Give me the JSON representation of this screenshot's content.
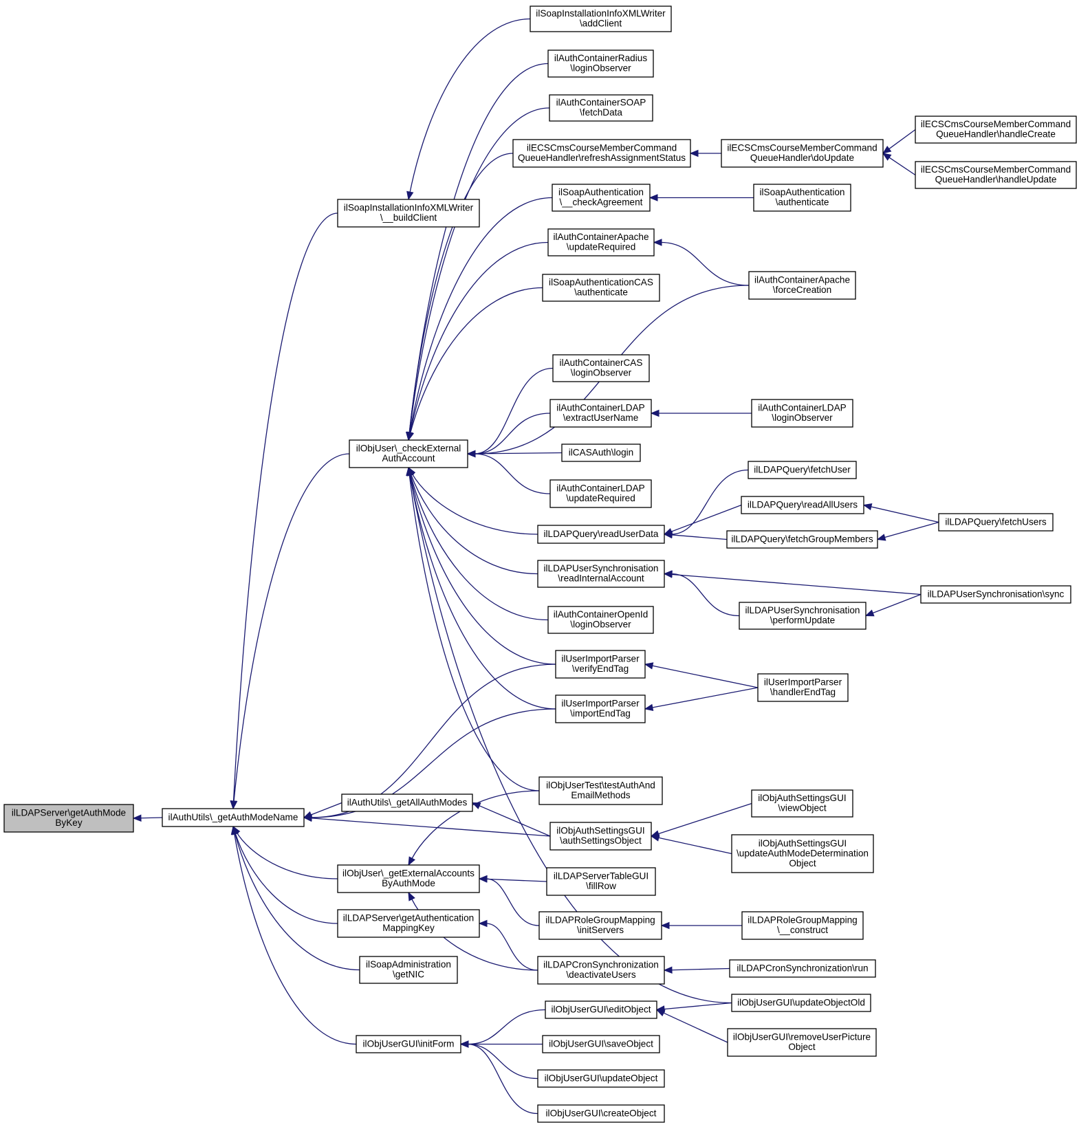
{
  "diagram": {
    "nodes": [
      {
        "id": "root",
        "lines": [
          "ilLDAPServer\\getAuthMode",
          "ByKey"
        ],
        "highlight": true
      },
      {
        "id": "getAuthModeName",
        "lines": [
          "ilAuthUtils\\_getAuthModeName"
        ]
      },
      {
        "id": "buildClient",
        "lines": [
          "ilSoapInstallationInfoXMLWriter",
          "\\__buildClient"
        ]
      },
      {
        "id": "addClient",
        "lines": [
          "ilSoapInstallationInfoXMLWriter",
          "\\addClient"
        ]
      },
      {
        "id": "checkExt",
        "lines": [
          "ilObjUser\\_checkExternal",
          "AuthAccount"
        ]
      },
      {
        "id": "radiusLogin",
        "lines": [
          "ilAuthContainerRadius",
          "\\loginObserver"
        ]
      },
      {
        "id": "soapFetch",
        "lines": [
          "ilAuthContainerSOAP",
          "\\fetchData"
        ]
      },
      {
        "id": "ecsRefresh",
        "lines": [
          "ilECSCmsCourseMemberCommand",
          "QueueHandler\\refreshAssignmentStatus"
        ]
      },
      {
        "id": "ecsDoUpdate",
        "lines": [
          "ilECSCmsCourseMemberCommand",
          "QueueHandler\\doUpdate"
        ]
      },
      {
        "id": "ecsCreate",
        "lines": [
          "ilECSCmsCourseMemberCommand",
          "QueueHandler\\handleCreate"
        ]
      },
      {
        "id": "ecsUpdate",
        "lines": [
          "ilECSCmsCourseMemberCommand",
          "QueueHandler\\handleUpdate"
        ]
      },
      {
        "id": "soapCheckAgr",
        "lines": [
          "ilSoapAuthentication",
          "\\__checkAgreement"
        ]
      },
      {
        "id": "soapAuth",
        "lines": [
          "ilSoapAuthentication",
          "\\authenticate"
        ]
      },
      {
        "id": "apacheUpd",
        "lines": [
          "ilAuthContainerApache",
          "\\updateRequired"
        ]
      },
      {
        "id": "apacheForce",
        "lines": [
          "ilAuthContainerApache",
          "\\forceCreation"
        ]
      },
      {
        "id": "soapCasAuth",
        "lines": [
          "ilSoapAuthenticationCAS",
          "\\authenticate"
        ]
      },
      {
        "id": "casLogin",
        "lines": [
          "ilAuthContainerCAS",
          "\\loginObserver"
        ]
      },
      {
        "id": "ldapExtract",
        "lines": [
          "ilAuthContainerLDAP",
          "\\extractUserName"
        ]
      },
      {
        "id": "ldapLogin",
        "lines": [
          "ilAuthContainerLDAP",
          "\\loginObserver"
        ]
      },
      {
        "id": "casAuthLogin",
        "lines": [
          "ilCASAuth\\login"
        ]
      },
      {
        "id": "ldapUpdReq",
        "lines": [
          "ilAuthContainerLDAP",
          "\\updateRequired"
        ]
      },
      {
        "id": "fetchUser",
        "lines": [
          "ilLDAPQuery\\fetchUser"
        ]
      },
      {
        "id": "readAllUsers",
        "lines": [
          "ilLDAPQuery\\readAllUsers"
        ]
      },
      {
        "id": "readUserData",
        "lines": [
          "ilLDAPQuery\\readUserData"
        ]
      },
      {
        "id": "fetchGroup",
        "lines": [
          "ilLDAPQuery\\fetchGroupMembers"
        ]
      },
      {
        "id": "fetchUsers",
        "lines": [
          "ilLDAPQuery\\fetchUsers"
        ]
      },
      {
        "id": "readInternal",
        "lines": [
          "ilLDAPUserSynchronisation",
          "\\readInternalAccount"
        ]
      },
      {
        "id": "syncSync",
        "lines": [
          "ilLDAPUserSynchronisation\\sync"
        ]
      },
      {
        "id": "performUpd",
        "lines": [
          "ilLDAPUserSynchronisation",
          "\\performUpdate"
        ]
      },
      {
        "id": "openIdLogin",
        "lines": [
          "ilAuthContainerOpenId",
          "\\loginObserver"
        ]
      },
      {
        "id": "verifyEnd",
        "lines": [
          "ilUserImportParser",
          "\\verifyEndTag"
        ]
      },
      {
        "id": "importEnd",
        "lines": [
          "ilUserImportParser",
          "\\importEndTag"
        ]
      },
      {
        "id": "handlerEnd",
        "lines": [
          "ilUserImportParser",
          "\\handlerEndTag"
        ]
      },
      {
        "id": "testAuth",
        "lines": [
          "ilObjUserTest\\testAuthAnd",
          "EmailMethods"
        ]
      },
      {
        "id": "getAllAuth",
        "lines": [
          "ilAuthUtils\\_getAllAuthModes"
        ]
      },
      {
        "id": "authSettings",
        "lines": [
          "ilObjAuthSettingsGUI",
          "\\authSettingsObject"
        ]
      },
      {
        "id": "viewObject",
        "lines": [
          "ilObjAuthSettingsGUI",
          "\\viewObject"
        ]
      },
      {
        "id": "updAuthModeDet",
        "lines": [
          "ilObjAuthSettingsGUI",
          "\\updateAuthModeDetermination",
          "Object"
        ]
      },
      {
        "id": "getExtAcc",
        "lines": [
          "ilObjUser\\_getExternalAccounts",
          "ByAuthMode"
        ]
      },
      {
        "id": "fillRow",
        "lines": [
          "ilLDAPServerTableGUI",
          "\\fillRow"
        ]
      },
      {
        "id": "getAuthMapKey",
        "lines": [
          "ilLDAPServer\\getAuthentication",
          "MappingKey"
        ]
      },
      {
        "id": "initServers",
        "lines": [
          "ilLDAPRoleGroupMapping",
          "\\initServers"
        ]
      },
      {
        "id": "construct",
        "lines": [
          "ilLDAPRoleGroupMapping",
          "\\__construct"
        ]
      },
      {
        "id": "soapAdmin",
        "lines": [
          "ilSoapAdministration",
          "\\getNIC"
        ]
      },
      {
        "id": "deactivate",
        "lines": [
          "ilLDAPCronSynchronization",
          "\\deactivateUsers"
        ]
      },
      {
        "id": "cronRun",
        "lines": [
          "ilLDAPCronSynchronization\\run"
        ]
      },
      {
        "id": "editObject",
        "lines": [
          "ilObjUserGUI\\editObject"
        ]
      },
      {
        "id": "updObjOld",
        "lines": [
          "ilObjUserGUI\\updateObjectOld"
        ]
      },
      {
        "id": "initForm",
        "lines": [
          "ilObjUserGUI\\initForm"
        ]
      },
      {
        "id": "saveObject",
        "lines": [
          "ilObjUserGUI\\saveObject"
        ]
      },
      {
        "id": "removePic",
        "lines": [
          "ilObjUserGUI\\removeUserPicture",
          "Object"
        ]
      },
      {
        "id": "updObject",
        "lines": [
          "ilObjUserGUI\\updateObject"
        ]
      },
      {
        "id": "createObject",
        "lines": [
          "ilObjUserGUI\\createObject"
        ]
      }
    ],
    "edges": [
      [
        "getAuthModeName",
        "root"
      ],
      [
        "buildClient",
        "getAuthModeName"
      ],
      [
        "checkExt",
        "getAuthModeName"
      ],
      [
        "verifyEnd",
        "getAuthModeName"
      ],
      [
        "importEnd",
        "getAuthModeName"
      ],
      [
        "getAllAuth",
        "getAuthModeName"
      ],
      [
        "authSettings",
        "getAuthModeName"
      ],
      [
        "getExtAcc",
        "getAuthModeName"
      ],
      [
        "getAuthMapKey",
        "getAuthModeName"
      ],
      [
        "soapAdmin",
        "getAuthModeName"
      ],
      [
        "initForm",
        "getAuthModeName"
      ],
      [
        "addClient",
        "buildClient"
      ],
      [
        "radiusLogin",
        "checkExt"
      ],
      [
        "soapFetch",
        "checkExt"
      ],
      [
        "ecsRefresh",
        "checkExt"
      ],
      [
        "soapCheckAgr",
        "checkExt"
      ],
      [
        "apacheUpd",
        "checkExt"
      ],
      [
        "soapCasAuth",
        "checkExt"
      ],
      [
        "apacheForce",
        "checkExt"
      ],
      [
        "casLogin",
        "checkExt"
      ],
      [
        "ldapExtract",
        "checkExt"
      ],
      [
        "casAuthLogin",
        "checkExt"
      ],
      [
        "ldapUpdReq",
        "checkExt"
      ],
      [
        "readUserData",
        "checkExt"
      ],
      [
        "readInternal",
        "checkExt"
      ],
      [
        "openIdLogin",
        "checkExt"
      ],
      [
        "verifyEnd",
        "checkExt"
      ],
      [
        "importEnd",
        "checkExt"
      ],
      [
        "testAuth",
        "checkExt"
      ],
      [
        "updObjOld",
        "checkExt"
      ],
      [
        "ecsDoUpdate",
        "ecsRefresh"
      ],
      [
        "ecsCreate",
        "ecsDoUpdate"
      ],
      [
        "ecsUpdate",
        "ecsDoUpdate"
      ],
      [
        "soapAuth",
        "soapCheckAgr"
      ],
      [
        "apacheForce",
        "apacheUpd"
      ],
      [
        "ldapLogin",
        "ldapExtract"
      ],
      [
        "fetchUser",
        "readUserData"
      ],
      [
        "readAllUsers",
        "readUserData"
      ],
      [
        "fetchGroup",
        "readUserData"
      ],
      [
        "fetchUsers",
        "readAllUsers"
      ],
      [
        "fetchUsers",
        "fetchGroup"
      ],
      [
        "syncSync",
        "readInternal"
      ],
      [
        "performUpd",
        "readInternal"
      ],
      [
        "syncSync",
        "performUpd"
      ],
      [
        "handlerEnd",
        "verifyEnd"
      ],
      [
        "handlerEnd",
        "importEnd"
      ],
      [
        "authSettings",
        "getAllAuth"
      ],
      [
        "viewObject",
        "authSettings"
      ],
      [
        "updAuthModeDet",
        "authSettings"
      ],
      [
        "testAuth",
        "getExtAcc"
      ],
      [
        "fillRow",
        "getExtAcc"
      ],
      [
        "initServers",
        "getExtAcc"
      ],
      [
        "deactivate",
        "getExtAcc"
      ],
      [
        "deactivate",
        "getAuthMapKey"
      ],
      [
        "construct",
        "initServers"
      ],
      [
        "cronRun",
        "deactivate"
      ],
      [
        "editObject",
        "initForm"
      ],
      [
        "saveObject",
        "initForm"
      ],
      [
        "updObject",
        "initForm"
      ],
      [
        "createObject",
        "initForm"
      ],
      [
        "updObjOld",
        "editObject"
      ],
      [
        "removePic",
        "editObject"
      ]
    ]
  }
}
